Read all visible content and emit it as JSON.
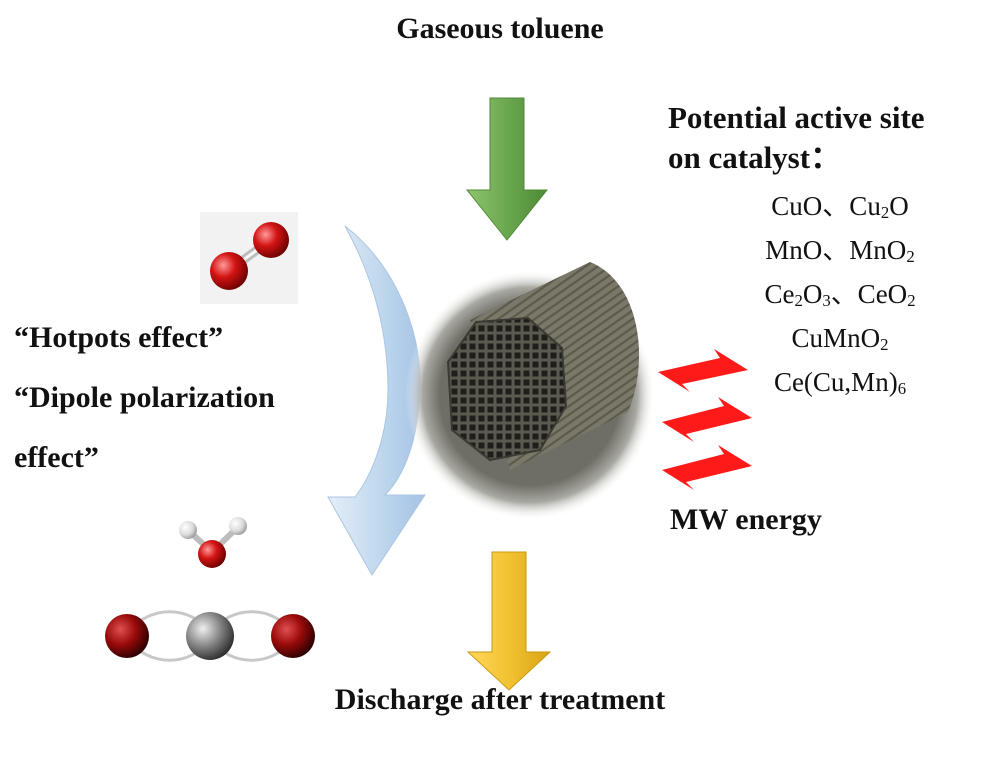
{
  "diagram": {
    "input_label": "Gaseous toluene",
    "output_label": "Discharge after treatment",
    "active_site": {
      "title_line1": "Potential active site",
      "title_line2": "on catalyst：",
      "species": [
        [
          {
            "t": "CuO、Cu"
          },
          {
            "sub": "2"
          },
          {
            "t": "O"
          }
        ],
        [
          {
            "t": "MnO、MnO"
          },
          {
            "sub": "2"
          }
        ],
        [
          {
            "t": "Ce"
          },
          {
            "sub": "2"
          },
          {
            "t": "O"
          },
          {
            "sub": "3"
          },
          {
            "t": "、CeO"
          },
          {
            "sub": "2"
          }
        ],
        [
          {
            "t": "CuMnO"
          },
          {
            "sub": "2"
          }
        ],
        [
          {
            "t": "Ce(Cu,Mn)"
          },
          {
            "sub": "6"
          }
        ]
      ]
    },
    "effects": {
      "line1": "“Hotpots effect”",
      "line2": "“Dipole polarization",
      "line3": "effect”"
    },
    "energy_label": "MW energy",
    "colors": {
      "input_arrow": "#6aa84f",
      "output_arrow": "#f1c232",
      "lightning": "#ff1a1a",
      "curved_arrow": "#b9d3ec",
      "oxygen_atom": "#cc1111",
      "hydrogen_atom": "#e6e6e6",
      "carbon_atom": "#8a8a8a",
      "monolith": "#4a4a40"
    }
  }
}
